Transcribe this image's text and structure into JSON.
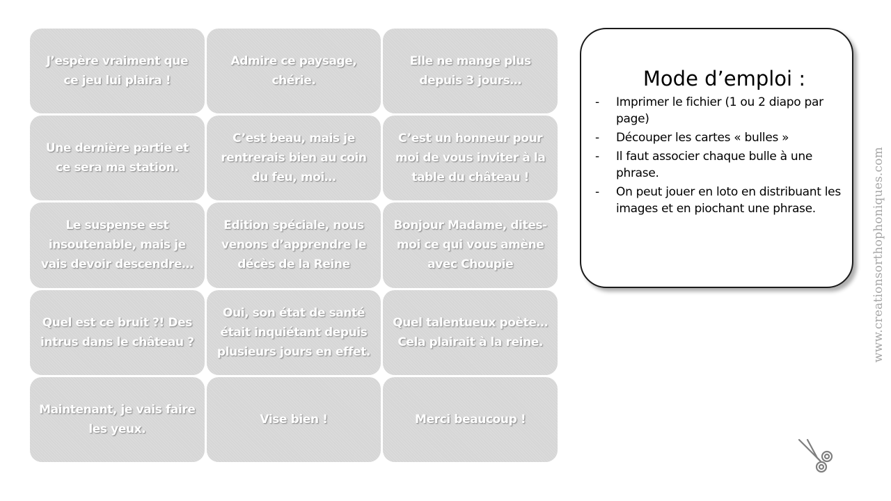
{
  "cards": [
    "J’espère vraiment que ce jeu lui plaira !",
    "Admire ce paysage, chérie.",
    "Elle ne mange plus depuis 3 jours…",
    "Une dernière partie et ce sera ma station.",
    "C’est beau, mais je rentrerais bien au coin du feu, moi…",
    "C’est un honneur pour moi de vous inviter à la table du château !",
    "Le suspense est insoutenable, mais je vais devoir descendre…",
    "Edition spéciale, nous venons d’apprendre le décès de la Reine",
    "Bonjour Madame, dites-moi ce qui vous amène avec Choupie",
    "Quel est ce bruit ?! Des intrus dans le château ?",
    "Oui, son état de santé était inquiétant depuis plusieurs jours en effet.",
    "Quel talentueux poète… Cela plairait à la reine.",
    "Maintenant, je vais faire les yeux.",
    "Vise bien !",
    "Merci beaucoup !"
  ],
  "instructions": {
    "title": "Mode d’emploi :",
    "dash": "-",
    "items": [
      "Imprimer le fichier (1 ou 2 diapo par page)",
      "Découper les cartes « bulles »",
      "Il faut associer chaque bulle à une phrase.",
      "On peut jouer en loto en distribuant les images et en piochant une phrase."
    ]
  },
  "watermark": "www.creationsorthophoniques.com",
  "icons": {
    "scissors": "scissors-icon"
  },
  "colors": {
    "card_fill": "#d6d6d6",
    "card_text": "#ffffff",
    "watermark": "#a6a6a6"
  }
}
